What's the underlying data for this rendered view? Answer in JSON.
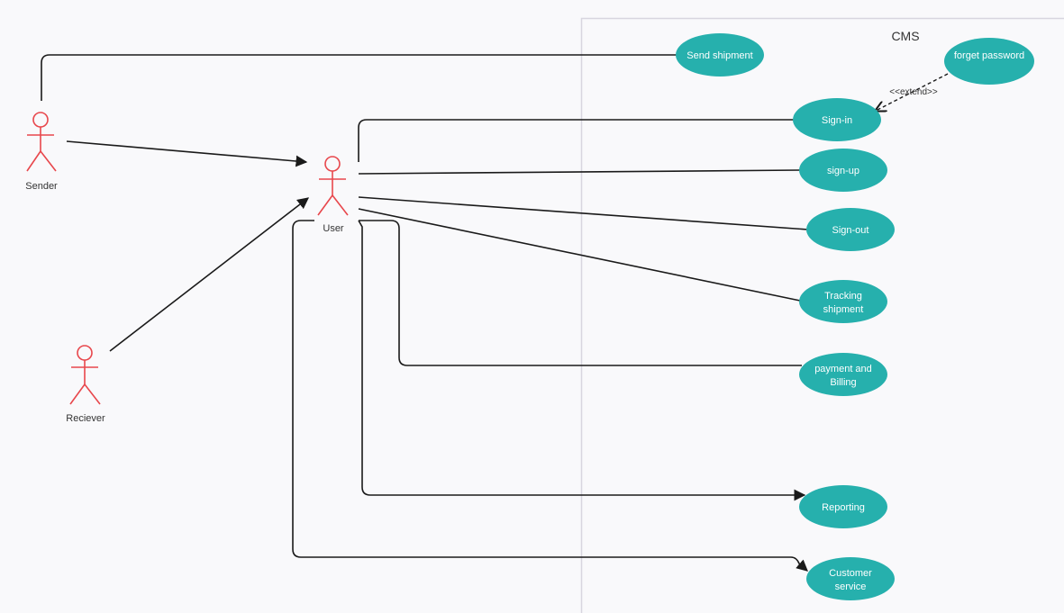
{
  "colors": {
    "background": "#f9f9fb",
    "use_case_fill": "#26b0ad",
    "actor_stroke": "#e8474c",
    "connector": "#1a1a1a",
    "system_border": "#d8d6df"
  },
  "system": {
    "name": "CMS"
  },
  "actors": {
    "sender": "Sender",
    "user": "User",
    "receiver": "Reciever"
  },
  "use_cases": {
    "send_shipment": "Send shipment",
    "forget_password": "forget password",
    "sign_in": "Sign-in",
    "sign_up": "sign-up",
    "sign_out": "Sign-out",
    "tracking_line1": "Tracking",
    "tracking_line2": "shipment",
    "payment_line1": "payment and",
    "payment_line2": "Billing",
    "reporting": "Reporting",
    "customer_line1": "Customer",
    "customer_line2": "service"
  },
  "relations": {
    "extend": "<<extend>>"
  }
}
